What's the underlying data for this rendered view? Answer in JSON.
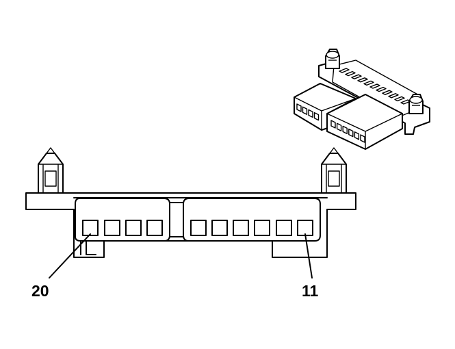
{
  "diagram": {
    "callouts": [
      {
        "id": "pin-20",
        "text": "20"
      },
      {
        "id": "pin-11",
        "text": "11"
      }
    ],
    "colors": {
      "line": "#000000",
      "background": "#ffffff"
    }
  }
}
